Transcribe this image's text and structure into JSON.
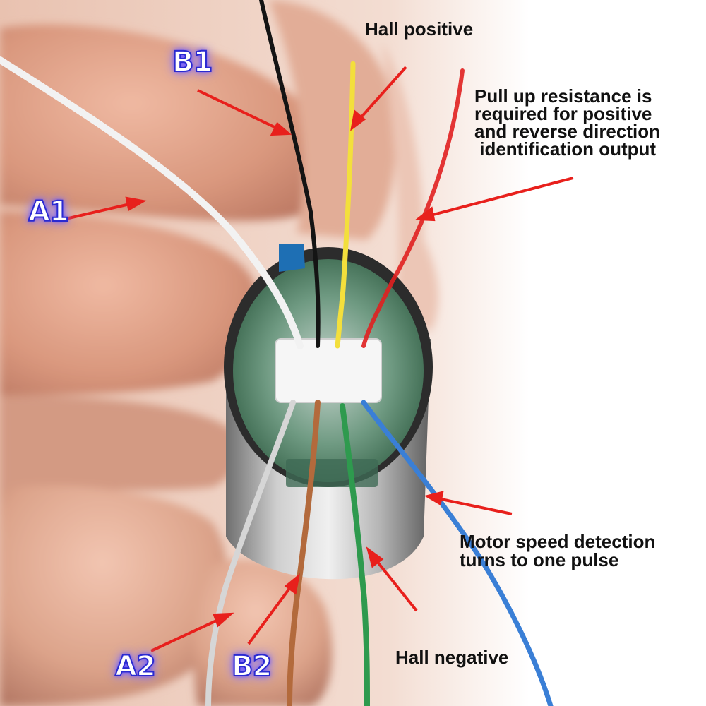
{
  "labels": {
    "hall_positive": "Hall positive",
    "hall_negative": "Hall negative",
    "pull_up": [
      "Pull up resistance is",
      "required for positive",
      "and reverse direction",
      " identification output"
    ],
    "motor_speed": [
      "Motor speed detection",
      "turns to one pulse"
    ],
    "b1": "B1",
    "a1": "A1",
    "a2": "A2",
    "b2": "B2"
  },
  "colors": {
    "arrow": "#e8201c",
    "wire_white": "#f2f2f2",
    "wire_black": "#141414",
    "wire_yellow": "#f3df3c",
    "wire_red": "#e02020",
    "wire_brown": "#b36a3c",
    "wire_green": "#2e9a4e",
    "wire_blue": "#3a7fd6",
    "wire_gray": "#d6d6d6",
    "badge_glow": "#6b5bff"
  }
}
